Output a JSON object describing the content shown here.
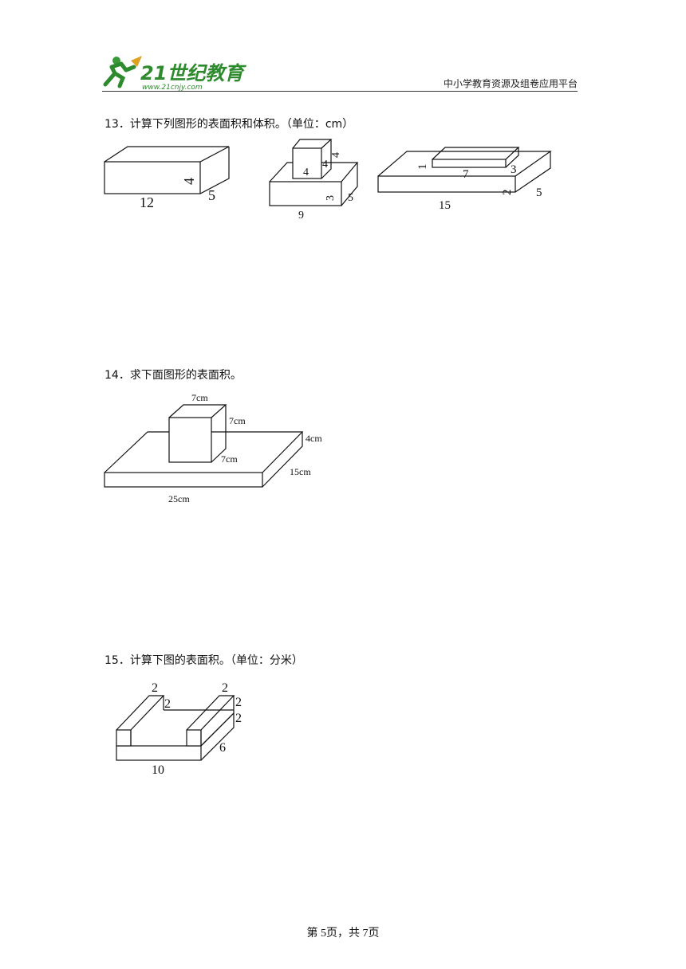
{
  "header": {
    "logo_text": "21世纪教育",
    "logo_url": "www.21cnjy.com",
    "right_text": "中小学教育资源及组卷应用平台"
  },
  "questions": [
    {
      "text": "13．计算下列图形的表面积和体积。（单位：cm）",
      "fig1": {
        "length": "12",
        "width": "5",
        "height": "4"
      },
      "fig2": {
        "top_a": "4",
        "top_b": "4",
        "top_c": "4",
        "base_height": "3",
        "base_width": "5",
        "base_length": "9"
      },
      "fig3": {
        "top_height": "1",
        "top_length": "7",
        "top_width": "3",
        "base_height": "2",
        "base_width": "5",
        "base_length": "15"
      }
    },
    {
      "text": "14．求下面图形的表面积。",
      "fig": {
        "cube_top": "7cm",
        "cube_right": "7cm",
        "cube_bottom": "7cm",
        "base_height": "4cm",
        "base_width": "15cm",
        "base_length": "25cm"
      }
    },
    {
      "text": "15．计算下图的表面积。（单位：分米）",
      "fig": {
        "left_top": "2",
        "left_side": "2",
        "right_top": "2",
        "right_side1": "2",
        "right_side2": "2",
        "depth": "6",
        "length": "10"
      }
    }
  ],
  "footer": {
    "page_text": "第 5页，共 7页"
  }
}
